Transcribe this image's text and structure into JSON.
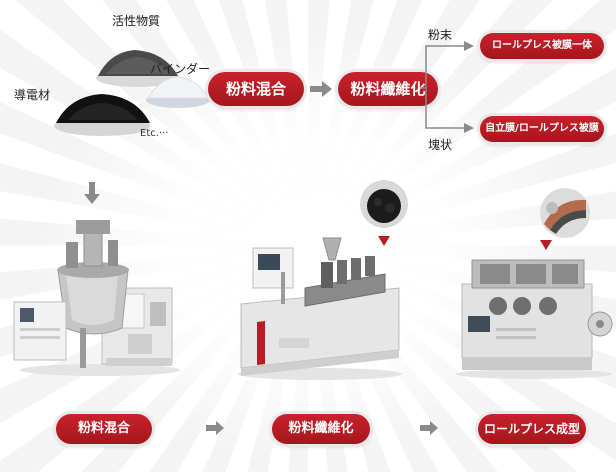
{
  "materials": {
    "active": "活性物質",
    "binder": "バインダー",
    "conductive": "導電材",
    "etc": "Etc.···"
  },
  "flow_top": {
    "step1": "粉料混合",
    "step2": "粉料纖維化",
    "branch_powder_label": "粉末",
    "branch_block_label": "塊状",
    "branch_powder_result": "ロールプレス被膜一体",
    "branch_block_result": "自立膜/ロールプレス被膜"
  },
  "flow_bottom": {
    "step1": "粉料混合",
    "step2": "粉料纖維化",
    "step3": "ロールプレス成型"
  },
  "colors": {
    "accent_red": "#b81c24",
    "arrow_gray": "#8a8a8a"
  }
}
